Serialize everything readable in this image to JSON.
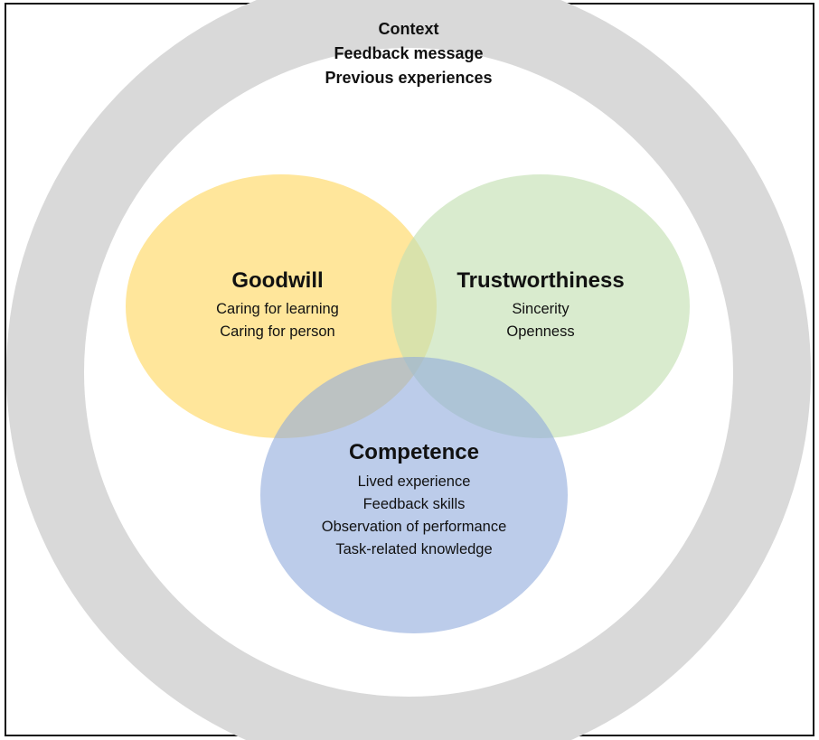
{
  "outer_ring": {
    "items": [
      "Context",
      "Feedback message",
      "Previous experiences"
    ],
    "color": "#d9d9d9"
  },
  "circles": {
    "goodwill": {
      "title": "Goodwill",
      "items": [
        "Caring for learning",
        "Caring for person"
      ],
      "color": "#ffd966"
    },
    "trustworthiness": {
      "title": "Trustworthiness",
      "items": [
        "Sincerity",
        "Openness"
      ],
      "color": "#c5e0b4"
    },
    "competence": {
      "title": "Competence",
      "items": [
        "Lived experience",
        "Feedback skills",
        "Observation of performance",
        "Task-related knowledge"
      ],
      "color": "#8faadc"
    }
  }
}
